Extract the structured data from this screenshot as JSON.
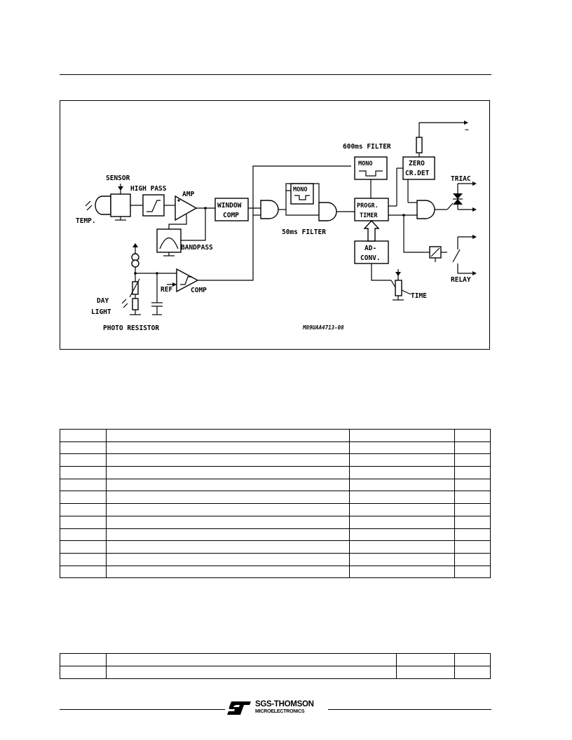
{
  "diagram": {
    "labels": {
      "sensor": "SENSOR",
      "high_pass": "HIGH PASS",
      "amp": "AMP",
      "temp": "TEMP.",
      "window": "WINDOW",
      "comp_block": "COMP",
      "bandpass": "BANDPASS",
      "ref": "REF",
      "comp": "COMP",
      "day": "DAY",
      "light": "LIGHT",
      "photo_resistor": "PHOTO RESISTOR",
      "filter_600": "600ms FILTER",
      "mono_top": "MONO",
      "mono_mid": "MONO",
      "filter_50": "50ms FILTER",
      "zero": "ZERO",
      "cr_det": "CR.DET",
      "progr": "PROGR.",
      "timer": "TIMER",
      "ad": "AD-",
      "conv": "CONV.",
      "time": "TIME",
      "triac": "TRIAC",
      "relay": "RELAY",
      "ac_symbol": "~",
      "drawing_code": "M89UAA4713-08"
    }
  },
  "table1": {
    "rows": 12,
    "cols": 4
  },
  "table2": {
    "rows": 2,
    "cols": 4
  },
  "footer": {
    "brand": "SGS-THOMSON",
    "sub": "MICROELECTRONICS"
  }
}
